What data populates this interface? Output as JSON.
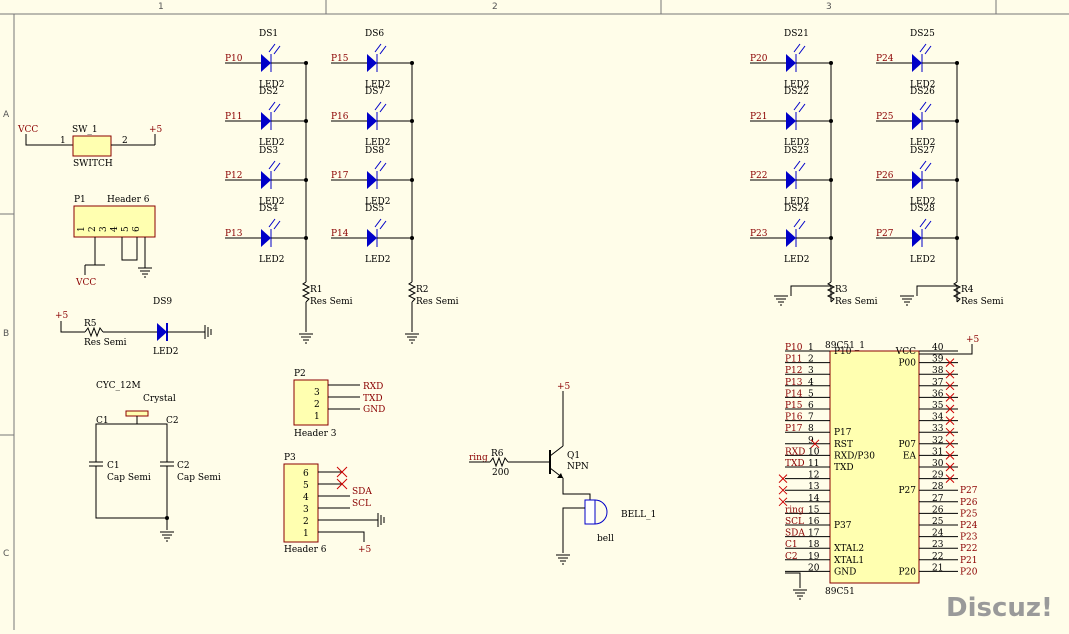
{
  "zones": {
    "cols": [
      "1",
      "2",
      "3"
    ],
    "rows": [
      "A",
      "B",
      "C"
    ]
  },
  "watermark": "Discuz!",
  "led_groups": [
    {
      "pins": [
        "P10",
        "P11",
        "P12",
        "P13"
      ],
      "names": [
        "DS1",
        "DS2",
        "DS3",
        "DS4"
      ],
      "resistor": "R1",
      "res_value": "Res Semi"
    },
    {
      "pins": [
        "P15",
        "P16",
        "P17",
        "P14"
      ],
      "names": [
        "DS6",
        "DS7",
        "DS8",
        "DS5"
      ],
      "resistor": "R2",
      "res_value": "Res Semi"
    },
    {
      "pins": [
        "P20",
        "P21",
        "P22",
        "P23"
      ],
      "names": [
        "DS21",
        "DS22",
        "DS23",
        "DS24"
      ],
      "resistor": "R3",
      "res_value": "Res Semi"
    },
    {
      "pins": [
        "P24",
        "P25",
        "P26",
        "P27"
      ],
      "names": [
        "DS25",
        "DS26",
        "DS27",
        "DS28"
      ],
      "resistor": "R4",
      "res_value": "Res Semi"
    }
  ],
  "led_value": "LED2",
  "switch": {
    "ref": "SW_1",
    "value": "SWITCH",
    "pin1": "1",
    "pin2": "2",
    "left_net": "VCC",
    "right_net": "+5"
  },
  "header6_top": {
    "ref": "P1",
    "value": "Header 6",
    "pins": [
      "1",
      "2",
      "3",
      "4",
      "5",
      "6"
    ],
    "vcc": "VCC"
  },
  "indicator": {
    "pwr": "+5",
    "res_ref": "R5",
    "res_value": "Res Semi",
    "led_ref": "DS9",
    "led_value": "LED2"
  },
  "crystal": {
    "title": "CYC_12M",
    "value": "Crystal",
    "c1": "C1",
    "c2": "C2",
    "c1_val": "Cap Semi",
    "c2_val": "Cap Semi"
  },
  "header3": {
    "ref": "P2",
    "value": "Header 3",
    "pins": [
      "3",
      "2",
      "1"
    ],
    "nets": [
      "RXD",
      "TXD",
      "GND"
    ]
  },
  "header6_low": {
    "ref": "P3",
    "value": "Header 6",
    "pins": [
      "6",
      "5",
      "4",
      "3",
      "2",
      "1"
    ],
    "nets": [
      "SDA",
      "SCL"
    ],
    "pwr": "+5"
  },
  "bell": {
    "pwr": "+5",
    "net": "ring",
    "res_ref": "R6",
    "res_value": "200",
    "q_ref": "Q1",
    "q_type": "NPN",
    "bell_ref": "BELL_1",
    "bell_value": "bell"
  },
  "mcu": {
    "ref": "89C51_1",
    "value": "89C51",
    "pwr": "+5",
    "left_pins": [
      {
        "num": "1",
        "net": "P10",
        "inner": "P10"
      },
      {
        "num": "2",
        "net": "P11",
        "inner": ""
      },
      {
        "num": "3",
        "net": "P12",
        "inner": ""
      },
      {
        "num": "4",
        "net": "P13",
        "inner": ""
      },
      {
        "num": "5",
        "net": "P14",
        "inner": ""
      },
      {
        "num": "6",
        "net": "P15",
        "inner": ""
      },
      {
        "num": "7",
        "net": "P16",
        "inner": ""
      },
      {
        "num": "8",
        "net": "P17",
        "inner": "P17"
      },
      {
        "num": "9",
        "net": "",
        "inner": "RST"
      },
      {
        "num": "10",
        "net": "RXD",
        "inner": "RXD/P30"
      },
      {
        "num": "11",
        "net": "TXD",
        "inner": "TXD"
      },
      {
        "num": "12",
        "net": "",
        "inner": ""
      },
      {
        "num": "13",
        "net": "",
        "inner": ""
      },
      {
        "num": "14",
        "net": "",
        "inner": ""
      },
      {
        "num": "15",
        "net": "ring",
        "inner": ""
      },
      {
        "num": "16",
        "net": "SCL",
        "inner": "P37"
      },
      {
        "num": "17",
        "net": "SDA",
        "inner": ""
      },
      {
        "num": "18",
        "net": "C1",
        "inner": "XTAL2"
      },
      {
        "num": "19",
        "net": "C2",
        "inner": "XTAL1"
      },
      {
        "num": "20",
        "net": "",
        "inner": "GND"
      }
    ],
    "right_pins": [
      {
        "num": "40",
        "net": "",
        "inner": "VCC"
      },
      {
        "num": "39",
        "net": "",
        "inner": "P00"
      },
      {
        "num": "38",
        "net": "",
        "inner": ""
      },
      {
        "num": "37",
        "net": "",
        "inner": ""
      },
      {
        "num": "36",
        "net": "",
        "inner": ""
      },
      {
        "num": "35",
        "net": "",
        "inner": ""
      },
      {
        "num": "34",
        "net": "",
        "inner": ""
      },
      {
        "num": "33",
        "net": "",
        "inner": ""
      },
      {
        "num": "32",
        "net": "",
        "inner": "P07"
      },
      {
        "num": "31",
        "net": "",
        "inner": "EA"
      },
      {
        "num": "30",
        "net": "",
        "inner": ""
      },
      {
        "num": "29",
        "net": "",
        "inner": ""
      },
      {
        "num": "28",
        "net": "P27",
        "inner": "P27"
      },
      {
        "num": "27",
        "net": "P26",
        "inner": ""
      },
      {
        "num": "26",
        "net": "P25",
        "inner": ""
      },
      {
        "num": "25",
        "net": "P24",
        "inner": ""
      },
      {
        "num": "24",
        "net": "P23",
        "inner": ""
      },
      {
        "num": "23",
        "net": "P22",
        "inner": ""
      },
      {
        "num": "22",
        "net": "P21",
        "inner": ""
      },
      {
        "num": "21",
        "net": "P20",
        "inner": "P20"
      }
    ]
  }
}
